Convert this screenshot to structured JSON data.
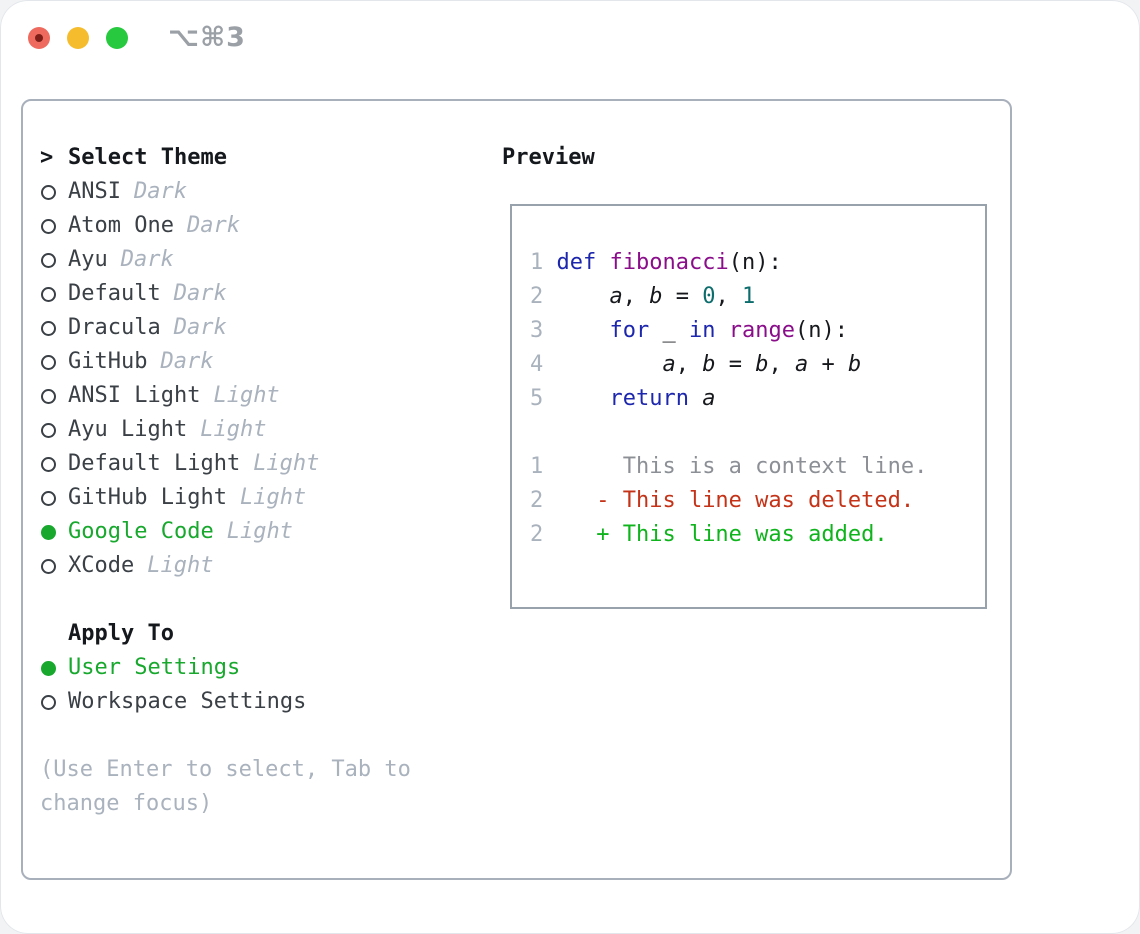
{
  "colors": {
    "trafficRed": "#ee6a5f",
    "trafficRedDot": "#7d1f18",
    "trafficYellow": "#f5bd2e",
    "trafficGreen": "#27c93f",
    "titlebarText": "#9aa0a6",
    "panelBorder": "#a8b0bb",
    "previewBorder": "#98a2ad",
    "titleText": "#15181c",
    "itemText": "#3a4046",
    "mutedText": "#a9b2bd",
    "selectedGreen": "#18a82e",
    "lineNum": "#a9b2bd",
    "codePlain": "#16181c",
    "codeKeyword": "#1d27ad",
    "codeFunction": "#8a0d8a",
    "codeNumber": "#0d6d6d",
    "diffContext": "#8c9096",
    "diffDeleted": "#c43318",
    "diffAdded": "#0fb41c"
  },
  "window": {
    "shortcut": "⌥⌘3"
  },
  "theme_selector": {
    "title_prefix": ">",
    "title": "Select Theme",
    "themes": [
      {
        "name": "ANSI",
        "variant": "Dark",
        "selected": false
      },
      {
        "name": "Atom One",
        "variant": "Dark",
        "selected": false
      },
      {
        "name": "Ayu",
        "variant": "Dark",
        "selected": false
      },
      {
        "name": "Default",
        "variant": "Dark",
        "selected": false
      },
      {
        "name": "Dracula",
        "variant": "Dark",
        "selected": false
      },
      {
        "name": "GitHub",
        "variant": "Dark",
        "selected": false
      },
      {
        "name": "ANSI Light",
        "variant": "Light",
        "selected": false
      },
      {
        "name": "Ayu Light",
        "variant": "Light",
        "selected": false
      },
      {
        "name": "Default Light",
        "variant": "Light",
        "selected": false
      },
      {
        "name": "GitHub Light",
        "variant": "Light",
        "selected": false
      },
      {
        "name": "Google Code",
        "variant": "Light",
        "selected": true
      },
      {
        "name": "XCode",
        "variant": "Light",
        "selected": false
      }
    ],
    "apply_to": {
      "title": "Apply To",
      "options": [
        {
          "name": "User Settings",
          "selected": true
        },
        {
          "name": "Workspace Settings",
          "selected": false
        }
      ]
    },
    "hint": "(Use Enter to select, Tab to change focus)"
  },
  "preview": {
    "title": "Preview",
    "code_lines": [
      {
        "num": "1",
        "tokens": [
          [
            "def",
            "kw"
          ],
          [
            " ",
            "pl"
          ],
          [
            "fibonacci",
            "fn"
          ],
          [
            "(n):",
            "pl"
          ]
        ]
      },
      {
        "num": "2",
        "tokens": [
          [
            "    ",
            "pl"
          ],
          [
            "a",
            "var"
          ],
          [
            ", ",
            "pl"
          ],
          [
            "b",
            "var"
          ],
          [
            " = ",
            "pl"
          ],
          [
            "0",
            "num"
          ],
          [
            ", ",
            "pl"
          ],
          [
            "1",
            "num"
          ]
        ]
      },
      {
        "num": "3",
        "tokens": [
          [
            "    ",
            "pl"
          ],
          [
            "for",
            "kw"
          ],
          [
            " _ ",
            "pl"
          ],
          [
            "in",
            "kw"
          ],
          [
            " ",
            "pl"
          ],
          [
            "range",
            "fn"
          ],
          [
            "(n):",
            "pl"
          ]
        ]
      },
      {
        "num": "4",
        "tokens": [
          [
            "        ",
            "pl"
          ],
          [
            "a",
            "var"
          ],
          [
            ", ",
            "pl"
          ],
          [
            "b",
            "var"
          ],
          [
            " = ",
            "pl"
          ],
          [
            "b",
            "var"
          ],
          [
            ", ",
            "pl"
          ],
          [
            "a",
            "var"
          ],
          [
            " + ",
            "pl"
          ],
          [
            "b",
            "var"
          ]
        ]
      },
      {
        "num": "5",
        "tokens": [
          [
            "    ",
            "pl"
          ],
          [
            "return",
            "kw"
          ],
          [
            " ",
            "pl"
          ],
          [
            "a",
            "var"
          ]
        ]
      }
    ],
    "diff_lines": [
      {
        "num": "1",
        "marker": " ",
        "text": "This is a context line.",
        "kind": "context"
      },
      {
        "num": "2",
        "marker": "-",
        "text": "This line was deleted.",
        "kind": "deleted"
      },
      {
        "num": "2",
        "marker": "+",
        "text": "This line was added.",
        "kind": "added"
      }
    ]
  }
}
